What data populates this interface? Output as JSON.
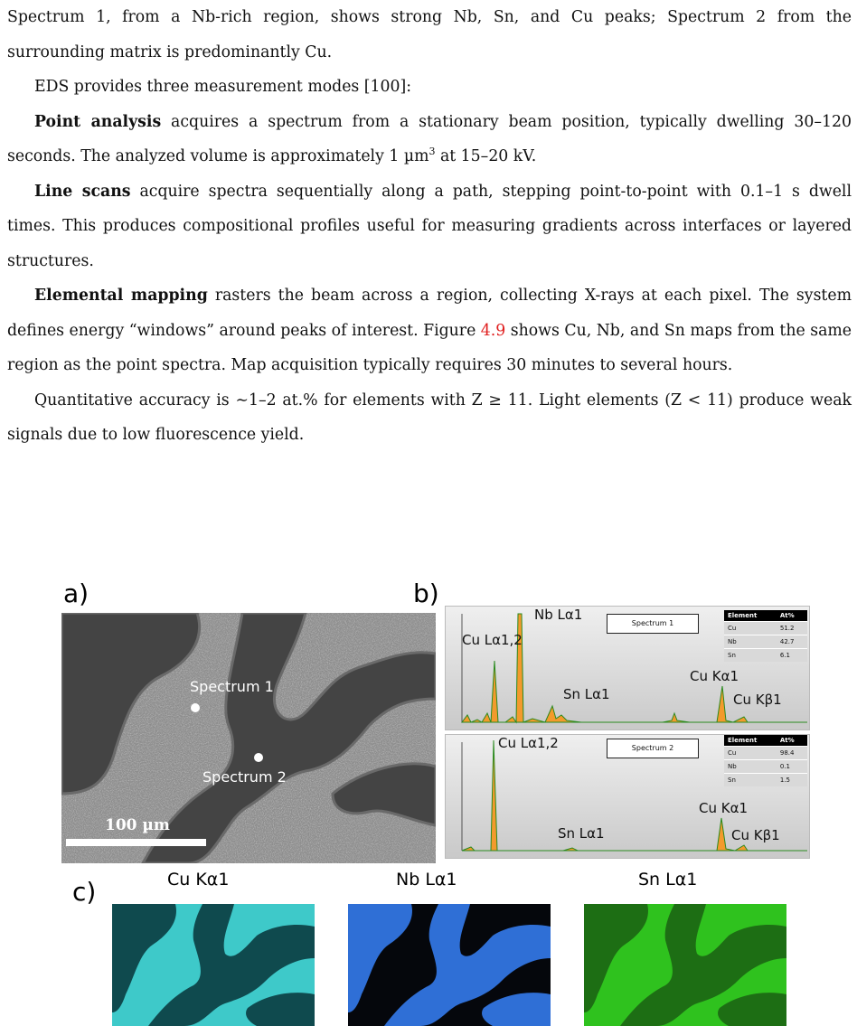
{
  "paragraphs": {
    "p1": "Spectrum 1, from a Nb-rich region, shows strong Nb, Sn, and Cu peaks; Spectrum 2 from the surrounding matrix is predominantly Cu.",
    "p2": "EDS provides three measurement modes [100]:",
    "p3_bold": "Point analysis",
    "p3_a": " acquires a spectrum from a stationary beam position, typically dwelling 30–120 seconds. The analyzed volume is approximately 1 µm",
    "p3_sup": "3",
    "p3_b": " at 15–20 kV.",
    "p4_bold": "Line scans",
    "p4_text": " acquire spectra sequentially along a path, stepping point-to-point with 0.1–1 s dwell times. This produces compositional profiles useful for measuring gradients across interfaces or layered structures.",
    "p5_bold": "Elemental mapping",
    "p5_a": " rasters the beam across a region, collecting X-rays at each pixel. The system defines energy “windows” around peaks of interest. Figure ",
    "p5_ref": "4.9",
    "p5_b": " shows Cu, Nb, and Sn maps from the same region as the point spectra. Map acquisition typically requires 30 minutes to several hours.",
    "p6": "Quantitative accuracy is ∼1–2 at.% for elements with Z ≥ 11. Light elements (Z < 11) produce weak signals due to low fluorescence yield."
  },
  "figure": {
    "panel_a": "a)",
    "panel_b": "b)",
    "panel_c": "c)",
    "sem": {
      "spectrum1_label": "Spectrum 1",
      "spectrum2_label": "Spectrum 2",
      "scalebar": "100 µm"
    },
    "spectrum1": {
      "box": "Spectrum 1",
      "peaks": [
        "Nb Lα1",
        "Cu Lα1,2",
        "Sn Lα1",
        "Cu Kα1",
        "Cu Kβ1"
      ],
      "table_header": [
        "Element",
        "At%"
      ],
      "table_rows": [
        [
          "Cu",
          "51.2"
        ],
        [
          "Nb",
          "42.7"
        ],
        [
          "Sn",
          "6.1"
        ]
      ]
    },
    "spectrum2": {
      "box": "Spectrum 2",
      "peaks": [
        "Cu Lα1,2",
        "Sn Lα1",
        "Cu Kα1",
        "Cu Kβ1"
      ],
      "table_header": [
        "Element",
        "At%"
      ],
      "table_rows": [
        [
          "Cu",
          "98.4"
        ],
        [
          "Nb",
          "0.1"
        ],
        [
          "Sn",
          "1.5"
        ]
      ]
    },
    "maps": [
      "Cu Kα1",
      "Nb Lα1",
      "Sn Lα1"
    ],
    "map_colors": {
      "cu": "#3ec9c9",
      "nb": "#2f6fd6",
      "sn": "#2fc21e"
    },
    "spectrum_fill": "#f39a2c",
    "spectrum_line": "#2a8a1f"
  }
}
